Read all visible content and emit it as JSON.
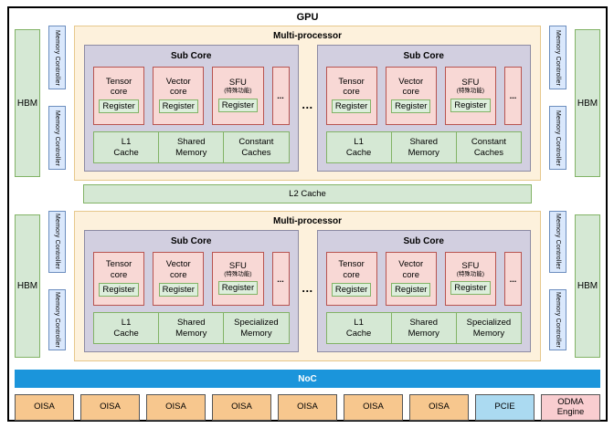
{
  "title": "GPU",
  "side": {
    "hbm_label": "HBM",
    "memory_controller_label": "Memory Controller"
  },
  "multiprocessors": [
    {
      "label": "Multi-processor",
      "dots": "...",
      "sub_core": {
        "label": "Sub Core",
        "cores": [
          {
            "line1": "Tensor",
            "line2": "core",
            "register": "Register"
          },
          {
            "line1": "Vector",
            "line2": "core",
            "register": "Register"
          },
          {
            "line1": "SFU",
            "line2": "(特殊功能)",
            "register": "Register"
          }
        ],
        "ellipsis": "...",
        "caches": [
          {
            "line1": "L1",
            "line2": "Cache"
          },
          {
            "line1": "Shared",
            "line2": "Memory"
          },
          {
            "line1": "Constant",
            "line2": "Caches"
          }
        ]
      }
    },
    {
      "label": "Multi-processor",
      "dots": "...",
      "sub_core": {
        "label": "Sub Core",
        "cores": [
          {
            "line1": "Tensor",
            "line2": "core",
            "register": "Register"
          },
          {
            "line1": "Vector",
            "line2": "core",
            "register": "Register"
          },
          {
            "line1": "SFU",
            "line2": "(特殊功能)",
            "register": "Register"
          }
        ],
        "ellipsis": "...",
        "caches": [
          {
            "line1": "L1",
            "line2": "Cache"
          },
          {
            "line1": "Shared",
            "line2": "Memory"
          },
          {
            "line1": "Specialized",
            "line2": "Memory"
          }
        ]
      }
    }
  ],
  "l2_cache_label": "L2 Cache",
  "noc_label": "NoC",
  "bottom_chips": [
    {
      "label": "OISA"
    },
    {
      "label": "OISA"
    },
    {
      "label": "OISA"
    },
    {
      "label": "OISA"
    },
    {
      "label": "OISA"
    },
    {
      "label": "OISA"
    },
    {
      "label": "OISA"
    },
    {
      "label": "PCIE"
    },
    {
      "label": "ODMA",
      "label2": "Engine"
    }
  ],
  "colors": {
    "green_fill": "#d5e8d4",
    "green_border": "#82b366",
    "blue_fill": "#dae8fc",
    "blue_border": "#6c8ebf",
    "peach_fill": "#fdf1dc",
    "peach_border": "#e6c88c",
    "lavender_fill": "#d2cfe0",
    "lavender_border": "#8d8ba3",
    "pink_fill": "#f8d8d5",
    "pink_border": "#b85450",
    "register_fill": "#ddeedc",
    "noc_blue": "#1b95db",
    "oisa_fill": "#f7c78e",
    "pcie_fill": "#abdaf1",
    "odma_fill": "#f9cdd0",
    "chip_border": "#555555",
    "frame_border": "#000000"
  }
}
